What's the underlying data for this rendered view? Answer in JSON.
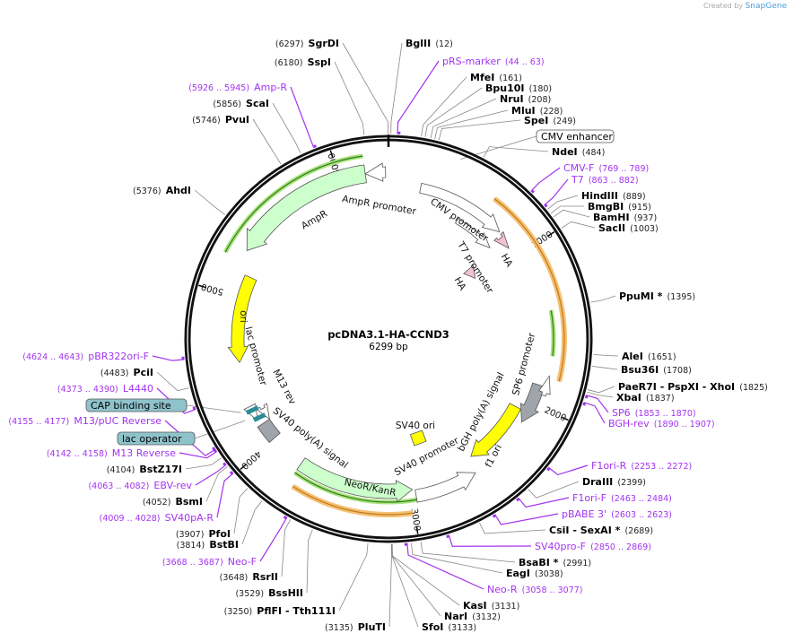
{
  "header": {
    "created_by": "Created by",
    "brand": "SnapGene"
  },
  "plasmid": {
    "name": "pcDNA3.1-HA-CCND3",
    "length": "6299 bp"
  },
  "sites": [
    {
      "name": "SgrDI",
      "pos": "(6297)",
      "type": "enzyme"
    },
    {
      "name": "BglII",
      "pos": "(12)",
      "type": "enzyme"
    },
    {
      "name": "pRS-marker",
      "pos": "(44 .. 63)",
      "type": "primer"
    },
    {
      "name": "MfeI",
      "pos": "(161)",
      "type": "enzyme"
    },
    {
      "name": "Bpu10I",
      "pos": "(180)",
      "type": "enzyme"
    },
    {
      "name": "NruI",
      "pos": "(208)",
      "type": "enzyme"
    },
    {
      "name": "MluI",
      "pos": "(228)",
      "type": "enzyme"
    },
    {
      "name": "SpeI",
      "pos": "(249)",
      "type": "enzyme"
    },
    {
      "name": "NdeI",
      "pos": "(484)",
      "type": "enzyme"
    },
    {
      "name": "CMV-F",
      "pos": "(769 .. 789)",
      "type": "primer"
    },
    {
      "name": "T7",
      "pos": "(863 .. 882)",
      "type": "primer"
    },
    {
      "name": "HindIII",
      "pos": "(889)",
      "type": "enzyme"
    },
    {
      "name": "BmgBI",
      "pos": "(915)",
      "type": "enzyme"
    },
    {
      "name": "BamHI",
      "pos": "(937)",
      "type": "enzyme"
    },
    {
      "name": "SacII",
      "pos": "(1003)",
      "type": "enzyme"
    },
    {
      "name": "PpuMI *",
      "pos": "(1395)",
      "type": "enzyme"
    },
    {
      "name": "AleI",
      "pos": "(1651)",
      "type": "enzyme"
    },
    {
      "name": "Bsu36I",
      "pos": "(1708)",
      "type": "enzyme"
    },
    {
      "name": "PaeR7I  - PspXI  - XhoI",
      "pos": "(1825)",
      "type": "enzyme"
    },
    {
      "name": "XbaI",
      "pos": "(1837)",
      "type": "enzyme"
    },
    {
      "name": "SP6",
      "pos": "(1853 .. 1870)",
      "type": "primer"
    },
    {
      "name": "BGH-rev",
      "pos": "(1890 .. 1907)",
      "type": "primer"
    },
    {
      "name": "F1ori-R",
      "pos": "(2253 .. 2272)",
      "type": "primer"
    },
    {
      "name": "DraIII",
      "pos": "(2399)",
      "type": "enzyme"
    },
    {
      "name": "F1ori-F",
      "pos": "(2463 .. 2484)",
      "type": "primer"
    },
    {
      "name": "pBABE 3'",
      "pos": "(2603 .. 2623)",
      "type": "primer"
    },
    {
      "name": "CsiI  - SexAI *",
      "pos": "(2689)",
      "type": "enzyme"
    },
    {
      "name": "SV40pro-F",
      "pos": "(2850 .. 2869)",
      "type": "primer"
    },
    {
      "name": "BsaBI *",
      "pos": "(2991)",
      "type": "enzyme"
    },
    {
      "name": "EagI",
      "pos": "(3038)",
      "type": "enzyme"
    },
    {
      "name": "Neo-R",
      "pos": "(3058 .. 3077)",
      "type": "primer"
    },
    {
      "name": "KasI",
      "pos": "(3131)",
      "type": "enzyme"
    },
    {
      "name": "NarI",
      "pos": "(3132)",
      "type": "enzyme"
    },
    {
      "name": "SfoI",
      "pos": "(3133)",
      "type": "enzyme"
    },
    {
      "name": "PluTI",
      "pos": "(3135)",
      "type": "enzyme"
    },
    {
      "name": "PflFI  - Tth111I",
      "pos": "(3250)",
      "type": "enzyme"
    },
    {
      "name": "BssHII",
      "pos": "(3529)",
      "type": "enzyme"
    },
    {
      "name": "RsrII",
      "pos": "(3648)",
      "type": "enzyme"
    },
    {
      "name": "Neo-F",
      "pos": "(3668 .. 3687)",
      "type": "primer"
    },
    {
      "name": "BstBI",
      "pos": "(3814)",
      "type": "enzyme"
    },
    {
      "name": "PfoI",
      "pos": "(3907)",
      "type": "enzyme"
    },
    {
      "name": "SV40pA-R",
      "pos": "(4009 .. 4028)",
      "type": "primer"
    },
    {
      "name": "BsmI",
      "pos": "(4052)",
      "type": "enzyme"
    },
    {
      "name": "EBV-rev",
      "pos": "(4063 .. 4082)",
      "type": "primer"
    },
    {
      "name": "BstZ17I",
      "pos": "(4104)",
      "type": "enzyme"
    },
    {
      "name": "M13 Reverse",
      "pos": "(4142 .. 4158)",
      "type": "primer"
    },
    {
      "name": "M13/pUC Reverse",
      "pos": "(4155 .. 4177)",
      "type": "primer"
    },
    {
      "name": "L4440",
      "pos": "(4373 .. 4390)",
      "type": "primer"
    },
    {
      "name": "PciI",
      "pos": "(4483)",
      "type": "enzyme"
    },
    {
      "name": "pBR322ori-F",
      "pos": "(4624 .. 4643)",
      "type": "primer"
    },
    {
      "name": "AhdI",
      "pos": "(5376)",
      "type": "enzyme"
    },
    {
      "name": "PvuI",
      "pos": "(5746)",
      "type": "enzyme"
    },
    {
      "name": "ScaI",
      "pos": "(5856)",
      "type": "enzyme"
    },
    {
      "name": "Amp-R",
      "pos": "(5926 .. 5945)",
      "type": "primer"
    },
    {
      "name": "SspI",
      "pos": "(6180)",
      "type": "enzyme"
    }
  ],
  "boxed_features": [
    {
      "name": "CMV enhancer"
    },
    {
      "name": "CAP binding site"
    },
    {
      "name": "lac operator"
    }
  ],
  "features": [
    {
      "name": "CMV promoter",
      "color": "#ffffff"
    },
    {
      "name": "T7 promoter",
      "color": "#ffffff"
    },
    {
      "name": "HA",
      "color": "#f2c2d0"
    },
    {
      "name": "HA",
      "color": "#f2c2d0"
    },
    {
      "name": "AmpR",
      "color": "#ccffcc"
    },
    {
      "name": "AmpR promoter",
      "color": "#ffffff"
    },
    {
      "name": "ori",
      "color": "#ffff00"
    },
    {
      "name": "f1 ori",
      "color": "#ffff00"
    },
    {
      "name": "bGH poly(A) signal",
      "color": "#a0a4ab"
    },
    {
      "name": "SP6 promoter",
      "color": "#ffffff"
    },
    {
      "name": "SV40 promoter",
      "color": "#ffffff"
    },
    {
      "name": "SV40 ori",
      "color": "#ffff00"
    },
    {
      "name": "NeoR/KanR",
      "color": "#ccffcc"
    },
    {
      "name": "SV40 poly(A) signal",
      "color": "#a0a4ab"
    },
    {
      "name": "lac promoter",
      "color": "#ffffff"
    },
    {
      "name": "M13 rev",
      "color": "#ffffff"
    }
  ],
  "ticks": [
    "1000",
    "2000",
    "3000",
    "4000",
    "5000",
    "6000"
  ],
  "colors": {
    "primer": "#a333f0",
    "orf": "#f5c070",
    "orf_line": "#a9e27a"
  }
}
